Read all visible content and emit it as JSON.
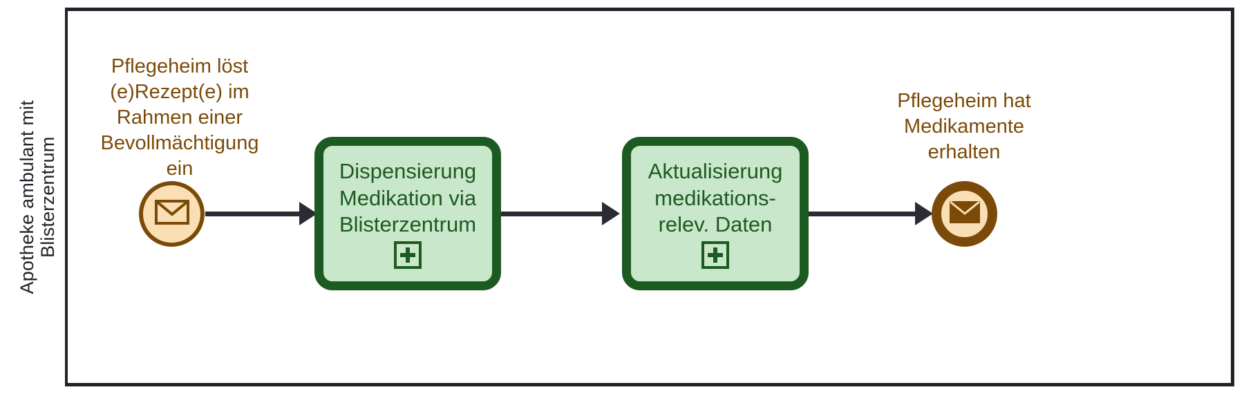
{
  "diagram": {
    "type": "bpmn-process",
    "notation": "BPMN 2.0",
    "pool": {
      "lane_label_line1": "Apotheke ambulant mit",
      "lane_label_line2": "Blisterzentrum"
    },
    "colors": {
      "event_border": "#7b4a08",
      "event_fill": "#fbdfb4",
      "event_label_text": "#7b4a08",
      "task_border": "#1d5a22",
      "task_fill": "#c9e7ca",
      "task_label_text": "#1d5a22",
      "flow_line": "#2b2b35",
      "pool_border": "#22222b",
      "canvas_background": "#ffffff"
    },
    "nodes": [
      {
        "id": "start-event",
        "kind": "message-start-event",
        "icon": "envelope-outline-icon",
        "label": "Pflegeheim löst\n(e)Rezept(e) im\nRahmen einer\nBevollmächtigung\nein",
        "label_position": "above"
      },
      {
        "id": "task-dispensierung",
        "kind": "sub-process",
        "marker": "plus-marker",
        "label": "Dispensierung\nMedikation via\nBlisterzentrum"
      },
      {
        "id": "task-aktualisierung",
        "kind": "sub-process",
        "marker": "plus-marker",
        "label": "Aktualisierung\nmedikations-\nrelev. Daten"
      },
      {
        "id": "end-event",
        "kind": "message-end-event",
        "icon": "envelope-filled-icon",
        "label": "Pflegeheim hat\nMedikamente\nerhalten",
        "label_position": "above"
      }
    ],
    "flows": [
      {
        "id": "flow-1",
        "from": "start-event",
        "to": "task-dispensierung"
      },
      {
        "id": "flow-2",
        "from": "task-dispensierung",
        "to": "task-aktualisierung"
      },
      {
        "id": "flow-3",
        "from": "task-aktualisierung",
        "to": "end-event"
      }
    ]
  }
}
